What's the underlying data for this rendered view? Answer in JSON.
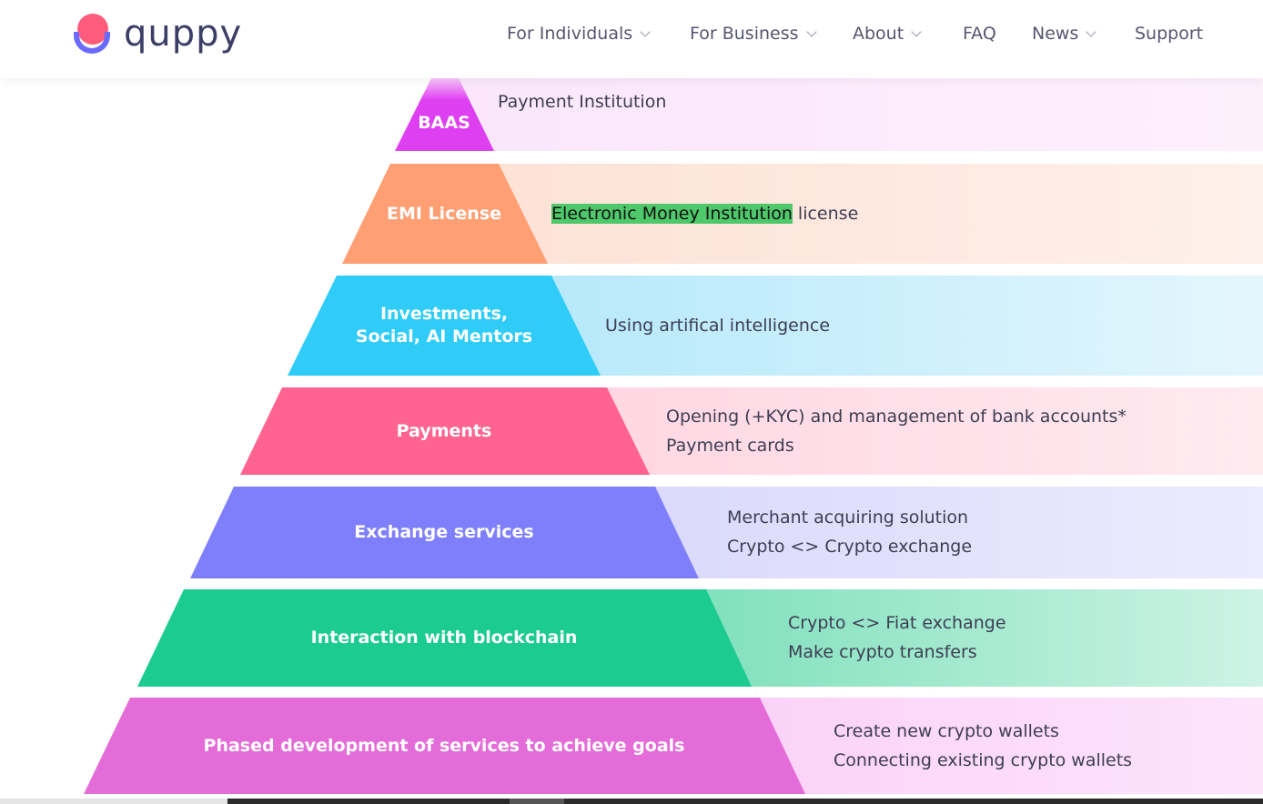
{
  "header": {
    "logo_text": "quppy",
    "nav": [
      {
        "label": "For Individuals",
        "dropdown": true
      },
      {
        "label": "For Business",
        "dropdown": true
      },
      {
        "label": "About",
        "dropdown": true
      },
      {
        "label": "FAQ",
        "dropdown": false
      },
      {
        "label": "News",
        "dropdown": true
      },
      {
        "label": "Support",
        "dropdown": false
      }
    ]
  },
  "pyramid": [
    {
      "label": "BAAS",
      "lines": [
        "Payment Institution"
      ],
      "color": "#de3ff0"
    },
    {
      "label": "EMI License",
      "highlight": "Electronic Money Institution",
      "suffix": " license",
      "color": "#ff9f73"
    },
    {
      "label": "Investments, Social, AI Mentors",
      "lines": [
        "Using artifical intelligence"
      ],
      "color": "#2fccf7"
    },
    {
      "label": "Payments",
      "lines": [
        "Opening (+KYC) and management of bank accounts*",
        "Payment cards"
      ],
      "color": "#ff6490"
    },
    {
      "label": "Exchange services",
      "lines": [
        "Merchant acquiring solution",
        "Crypto <> Crypto exchange"
      ],
      "color": "#7f7ffb"
    },
    {
      "label": "Interaction with blockchain",
      "lines": [
        "Crypto <> Fiat exchange",
        "Make crypto transfers"
      ],
      "color": "#1ccb90"
    },
    {
      "label": "Phased development of services to achieve goals",
      "lines": [
        "Create new crypto wallets",
        "Connecting existing crypto wallets"
      ],
      "color": "#e46cd8"
    }
  ]
}
